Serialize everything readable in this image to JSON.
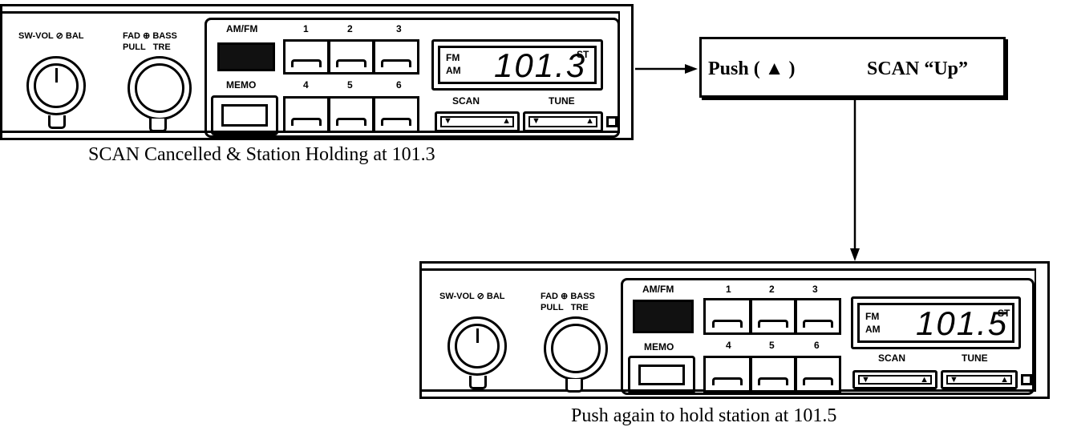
{
  "radio_top": {
    "label_vol_bal": "SW-VOL ⊘ BAL",
    "label_fad_bass": "FAD ⊕ BASS",
    "label_pull_tre": "PULL   TRE",
    "label_amfm": "AM/FM",
    "label_memo": "MEMO",
    "presets": [
      "1",
      "2",
      "3",
      "4",
      "5",
      "6"
    ],
    "band_fm": "FM",
    "band_am": "AM",
    "frequency": "101.3",
    "stereo": "ST",
    "label_scan": "SCAN",
    "label_tune": "TUNE"
  },
  "radio_bottom": {
    "label_vol_bal": "SW-VOL ⊘ BAL",
    "label_fad_bass": "FAD ⊕ BASS",
    "label_pull_tre": "PULL   TRE",
    "label_amfm": "AM/FM",
    "label_memo": "MEMO",
    "presets": [
      "1",
      "2",
      "3",
      "4",
      "5",
      "6"
    ],
    "band_fm": "FM",
    "band_am": "AM",
    "frequency": "101.5",
    "stereo": "ST",
    "label_scan": "SCAN",
    "label_tune": "TUNE"
  },
  "caption_top": "SCAN Cancelled & Station Holding at 101.3",
  "caption_bottom": "Push again to hold station at 101.5",
  "callout": {
    "push_text": "Push ( ▲ )",
    "scan_text": "SCAN “Up”"
  }
}
